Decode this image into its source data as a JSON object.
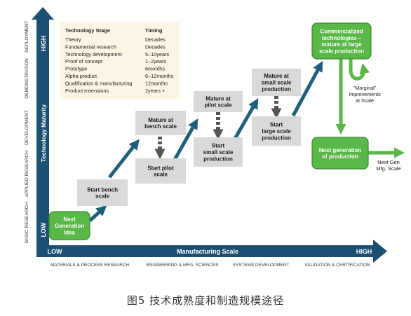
{
  "y_axis": {
    "title": "Technology Maturity",
    "high": "HIGH",
    "low": "LOW",
    "bands": [
      "BASIC RESEARCH",
      "APPLIED RESEARCH",
      "DEVELOPMENT",
      "DEMONSTRATION",
      "DEPLOYMENT"
    ]
  },
  "x_axis": {
    "title": "Manufacturing Scale",
    "low": "LOW",
    "high": "HIGH",
    "bands": [
      "MATERIALS & PROCESS RESEARCH",
      "ENGINEERING & MFG. SCIENCES",
      "SYSTEMS DEVELOPMENT",
      "VALIDATION & CERTIFICATION"
    ]
  },
  "table": {
    "col_stage": "Technology Stage",
    "col_timing": "Timing",
    "rows": [
      {
        "stage": "Theory",
        "timing": "Decades"
      },
      {
        "stage": "Fundamental research",
        "timing": "Decades"
      },
      {
        "stage": "Technology development",
        "timing": "5–10years"
      },
      {
        "stage": "Proof of concept",
        "timing": "1–2years"
      },
      {
        "stage": "Prototype",
        "timing": "6months"
      },
      {
        "stage": "Alpha product",
        "timing": "6–12months"
      },
      {
        "stage": "Qualification & manufacturing",
        "timing": "12months"
      },
      {
        "stage": "Product extensions",
        "timing": "2years +"
      }
    ]
  },
  "nodes": {
    "next_generation_idea": [
      "Next",
      "Generation",
      "Idea"
    ],
    "start_bench_scale": [
      "Start bench",
      "scale"
    ],
    "mature_bench_scale": [
      "Mature at",
      "bench scale"
    ],
    "start_pilot_scale": [
      "Start pilot",
      "scale"
    ],
    "mature_pilot_scale": [
      "Mature at",
      "pilot scale"
    ],
    "start_small_scale": [
      "Start",
      "small scale",
      "production"
    ],
    "mature_small_scale": [
      "Mature at",
      "small scale",
      "production"
    ],
    "start_large_scale": [
      "Start",
      "large scale",
      "production"
    ],
    "commercialized": [
      "Commercialized",
      "technologies –",
      "mature at large",
      "scale production"
    ],
    "next_generation_production": [
      "Next generation",
      "of production"
    ]
  },
  "annotations": {
    "marginal": [
      "\"Marginal\"",
      "Improvements",
      "at Scale"
    ],
    "next_gen_mfg": [
      "Next Gen",
      "Mfg. Scale"
    ]
  },
  "caption": "图5  技术成熟度和制造规模途径",
  "colors": {
    "navy": "#1d4f73",
    "teal_arrow": "#1f5f7a",
    "grey_box": "#d9d9d9",
    "green_box": "#59b847",
    "green_border": "#3c8a34",
    "table_bg": "#fdf5e3"
  }
}
